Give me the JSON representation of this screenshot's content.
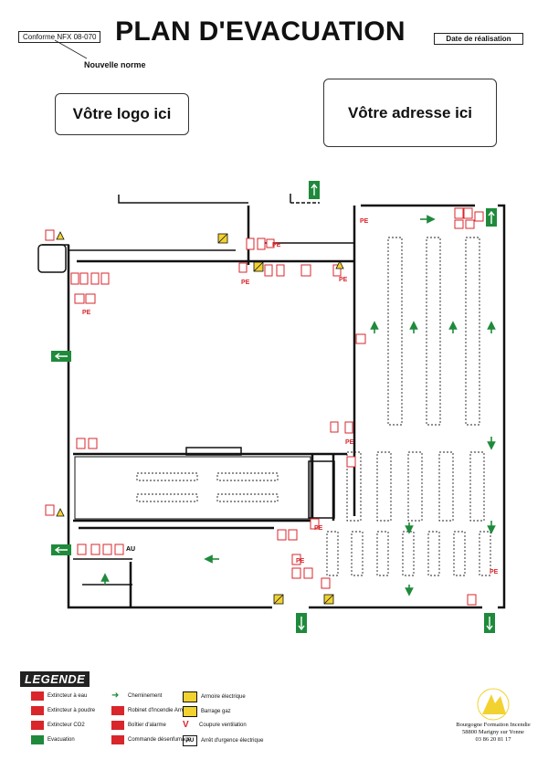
{
  "header": {
    "title": "PLAN D'EVACUATION",
    "norm_badge": "Conforme NFX 08-070",
    "new_norm": "Nouvelle norme",
    "date_label": "Date de réalisation",
    "logo_placeholder": "Vôtre logo ici",
    "address_placeholder": "Vôtre adresse ici"
  },
  "plan": {
    "fire_point_label": "PE",
    "emergency_stop_label": "AU"
  },
  "legend": {
    "title": "LEGENDE",
    "items": [
      {
        "label": "Extincteur à eau",
        "icon": "extinguisher-water-icon"
      },
      {
        "label": "Extincteur à poudre",
        "icon": "extinguisher-powder-icon"
      },
      {
        "label": "Extincteur CO2",
        "icon": "extinguisher-co2-icon"
      },
      {
        "label": "Evacuation",
        "icon": "evacuation-icon"
      },
      {
        "label": "Cheminement",
        "icon": "path-arrow-icon"
      },
      {
        "label": "Robinet d'Incendie Armé",
        "icon": "fire-hose-icon"
      },
      {
        "label": "Boîtier d'alarme",
        "icon": "alarm-box-icon"
      },
      {
        "label": "Commande désenfumage",
        "icon": "smoke-control-icon"
      },
      {
        "label": "Armoire électrique",
        "icon": "electrical-cabinet-icon"
      },
      {
        "label": "Barrage gaz",
        "icon": "gas-shutoff-icon"
      },
      {
        "label": "Coupure ventilation",
        "icon": "ventilation-cut-icon"
      },
      {
        "label": "Arrêt d'urgence électrique",
        "icon": "emergency-stop-icon"
      }
    ]
  },
  "company": {
    "name": "Bourgogne Formation Incendie",
    "address": "58800 Marigny sur Yonne",
    "phone": "03 86 20 81 17"
  },
  "colors": {
    "accent_red": "#d8262b",
    "evac_green": "#1f8a3b",
    "warning_yellow": "#f2d230"
  }
}
